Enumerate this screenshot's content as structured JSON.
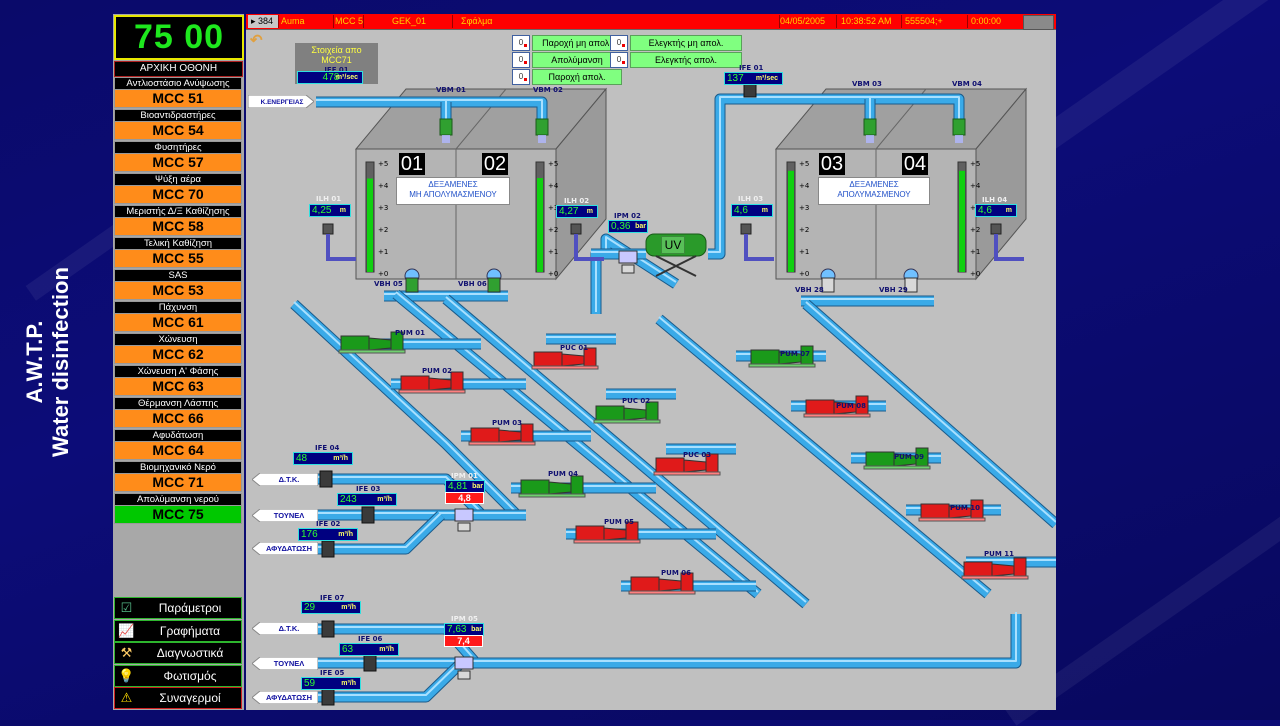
{
  "slide_title": {
    "line1": "A.W.T.P.",
    "line2": "Water disinfection"
  },
  "left_panel": {
    "clock": "75 00",
    "home_label": "ΑΡΧΙΚΗ ΟΘΟΝΗ",
    "mcc_items": [
      {
        "label": "Αντλιοστάσιο Ανύψωσης",
        "code": "MCC 51",
        "active": false
      },
      {
        "label": "Βιοαντιδραστήρες",
        "code": "MCC 54",
        "active": false
      },
      {
        "label": "Φυσητήρες",
        "code": "MCC 57",
        "active": false
      },
      {
        "label": "Ψύξη αέρα",
        "code": "MCC 70",
        "active": false
      },
      {
        "label": "Μεριστής Δ/Ξ Καθίζησης",
        "code": "MCC 58",
        "active": false
      },
      {
        "label": "Τελική Καθίζηση",
        "code": "MCC 55",
        "active": false
      },
      {
        "label": "SAS",
        "code": "MCC 53",
        "active": false
      },
      {
        "label": "Πάχυνση",
        "code": "MCC 61",
        "active": false
      },
      {
        "label": "Χώνευση",
        "code": "MCC 62",
        "active": false
      },
      {
        "label": "Χώνευση Α' Φάσης",
        "code": "MCC 63",
        "active": false
      },
      {
        "label": "Θέρμανση Λάσπης",
        "code": "MCC 66",
        "active": false
      },
      {
        "label": "Αφυδάτωση",
        "code": "MCC 64",
        "active": false
      },
      {
        "label": "Βιομηχανικό Νερό",
        "code": "MCC 71",
        "active": false
      },
      {
        "label": "Απολύμανση νερού",
        "code": "MCC 75",
        "active": true
      }
    ],
    "nav_buttons": [
      {
        "label": "Παράμετροι",
        "icon": "checklist-icon"
      },
      {
        "label": "Γραφήματα",
        "icon": "chart-icon"
      },
      {
        "label": "Διαγνωστικά",
        "icon": "tools-icon"
      },
      {
        "label": "Φωτισμός",
        "icon": "lightbulb-icon"
      },
      {
        "label": "Συναγερμοί",
        "icon": "warning-icon"
      }
    ]
  },
  "alarm_bar": {
    "count": "384",
    "source": "Auma",
    "mcc": "MCC 5!",
    "device": "GEK_01",
    "message": "Σφάλμα",
    "date": "04/05/2005",
    "time": "10:38:52 AM",
    "code": "555504;+",
    "duration": "0:00:00"
  },
  "mcc71_info": {
    "title_line1": "Στοιχεία απο",
    "title_line2": "MCC71",
    "tag": "IFE 01",
    "value": "478",
    "unit": "m³/sec"
  },
  "legend_buttons": [
    {
      "label": "Παροχή μη απολ."
    },
    {
      "label": "Απολύμανση"
    },
    {
      "label": "Παροχή απολ."
    },
    {
      "label": "Ελεγκτής μη απολ."
    },
    {
      "label": "Ελεγκτής απολ."
    }
  ],
  "tanks": {
    "group_a": {
      "numbers": [
        "01",
        "02"
      ],
      "label_line1": "ΔΕΞΑΜΕΝΕΣ",
      "label_line2": "ΜΗ ΑΠΟΛΥΜΑΣΜΕΝΟΥ"
    },
    "group_b": {
      "numbers": [
        "03",
        "04"
      ],
      "label_line1": "ΔΕΞΑΜΕΝΕΣ",
      "label_line2": "ΑΠΟΛΥΜΑΣΜΕΝΟΥ"
    },
    "scale": [
      "+5",
      "+4",
      "+3",
      "+2",
      "+1",
      "+0"
    ],
    "levels": {
      "t01": 4.25,
      "t02": 4.27,
      "t03": 4.6,
      "t04": 4.6
    }
  },
  "inlet_label": "Κ.ΕΝΕΡΓΕΙΑΣ",
  "level_sensors": [
    {
      "tag": "ILH 01",
      "value": "4,25",
      "unit": "m"
    },
    {
      "tag": "ILH 02",
      "value": "4,27",
      "unit": "m"
    },
    {
      "tag": "ILH 03",
      "value": "4,6",
      "unit": "m"
    },
    {
      "tag": "ILH 04",
      "value": "4,6",
      "unit": "m"
    }
  ],
  "flow_meters": {
    "ife01": {
      "tag": "IFE 01",
      "value": "137",
      "unit": "m³/sec"
    },
    "ife02": {
      "tag": "IFE 02",
      "value": "176",
      "unit": "m³/h"
    },
    "ife03": {
      "tag": "IFE 03",
      "value": "243",
      "unit": "m³/h"
    },
    "ife04": {
      "tag": "IFE 04",
      "value": "48",
      "unit": "m³/h"
    },
    "ife05": {
      "tag": "IFE 05",
      "value": "59",
      "unit": "m³/h"
    },
    "ife06": {
      "tag": "IFE 06",
      "value": "63",
      "unit": "m³/h"
    },
    "ife07": {
      "tag": "IFE 07",
      "value": "29",
      "unit": "m³/h"
    }
  },
  "pressure": {
    "ipm02": {
      "tag": "IPM 02",
      "value": "0,36",
      "unit": "bar"
    },
    "ipm01": {
      "tag": "IPM 01",
      "value": "4,81",
      "unit": "bar",
      "setpoint": "4,8"
    },
    "ipm05": {
      "tag": "IPM 05",
      "value": "7,63",
      "unit": "bar",
      "setpoint": "7,4"
    }
  },
  "uv_label": "UV",
  "valves": [
    "VBM 01",
    "VBM 02",
    "VBM 03",
    "VBM 04",
    "VBH 05",
    "VBH 06",
    "VBH 28",
    "VBH 29"
  ],
  "pumps": [
    {
      "tag": "PUM 01",
      "state": "running"
    },
    {
      "tag": "PUM 02",
      "state": "stopped"
    },
    {
      "tag": "PUM 03",
      "state": "stopped"
    },
    {
      "tag": "PUM 04",
      "state": "running"
    },
    {
      "tag": "PUM 05",
      "state": "stopped"
    },
    {
      "tag": "PUM 06",
      "state": "stopped"
    },
    {
      "tag": "PUM 07",
      "state": "running"
    },
    {
      "tag": "PUM 08",
      "state": "stopped"
    },
    {
      "tag": "PUM 09",
      "state": "running"
    },
    {
      "tag": "PUM 10",
      "state": "stopped"
    },
    {
      "tag": "PUM 11",
      "state": "stopped"
    },
    {
      "tag": "PUC 01",
      "state": "stopped"
    },
    {
      "tag": "PUC 02",
      "state": "running"
    },
    {
      "tag": "PUC 03",
      "state": "stopped"
    }
  ],
  "destinations": {
    "upper": [
      "Δ.Τ.Κ.",
      "ΤΟΥΝΕΛ",
      "ΑΦΥΔΑΤΩΣΗ"
    ],
    "lower": [
      "Δ.Τ.Κ.",
      "ΤΟΥΝΕΛ",
      "ΑΦΥΔΑΤΩΣΗ"
    ]
  },
  "colors": {
    "running": "#1a9a1a",
    "stopped": "#e01a1a",
    "pipe": "#3aaae8",
    "mcc_idle": "#ff8c1a",
    "mcc_active": "#00c800"
  }
}
